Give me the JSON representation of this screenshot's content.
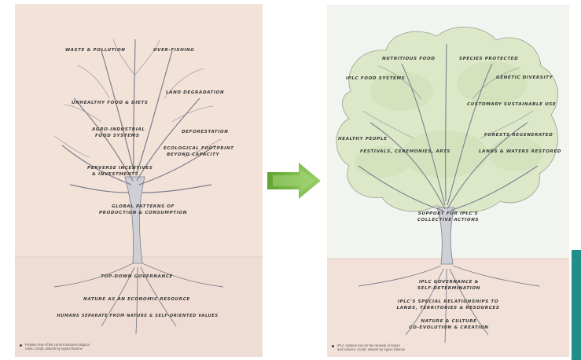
{
  "left_panel": {
    "labels": {
      "waste_pollution": "WASTE & POLLUTION",
      "over_fishing": "OVER-FISHING",
      "unhealthy_food": "UNHEALTHY FOOD & DIETS",
      "land_degradation": "LAND DEGRADATION",
      "agro_industrial_1": "AGRO-INDUSTRIAL",
      "agro_industrial_2": "FOOD SYSTEMS",
      "deforestation": "DEFORESTATION",
      "eco_footprint_1": "ECOLOGICAL FOOTPRINT",
      "eco_footprint_2": "BEYOND CAPACITY",
      "perverse_1": "PERVERSE INCENTIVES",
      "perverse_2": "& INVESTMENTS",
      "global_1": "GLOBAL PATTERNS OF",
      "global_2": "PRODUCTION & CONSUMPTION",
      "top_down": "TOP-DOWN GOVERNANCE",
      "nature_resource": "NATURE AS AN ECONOMIC RESOURCE",
      "humans_separate": "HUMANS SEPARATE FROM NATURE & SELF-ORIENTED VALUES"
    },
    "caption_line1": "Problem tree of the current social-ecological",
    "caption_line2": "crisis. Credit: artwork by Agnes Etienne"
  },
  "right_panel": {
    "labels": {
      "nutritious_food": "NUTRITIOUS FOOD",
      "species_protected": "SPECIES PROTECTED",
      "iplc_food": "IPLC FOOD SYSTEMS",
      "genetic_diversity": "GENETIC DIVERSITY",
      "customary_use": "CUSTOMARY SUSTAINABLE USE",
      "healthy_people": "HEALTHY PEOPLE",
      "forests_regenerated": "FORESTS REGENERATED",
      "festivals": "FESTIVALS, CEREMONIES, ARTS",
      "lands_waters": "LANDS & WATERS RESTORED",
      "support_1": "SUPPORT FOR IPLC'S",
      "support_2": "COLLECTIVE ACTIONS",
      "governance_1": "IPLC GOVERNANCE &",
      "governance_2": "SELF-DETERMINATION",
      "relationships_1": "IPLC'S SPECIAL RELATIONSHIPS TO",
      "relationships_2": "LANDS, TERRITORIES & RESOURCES",
      "nature_culture_1": "NATURE & CULTURE",
      "nature_culture_2": "CO-EVOLUTION & CREATION"
    },
    "caption_line1": "IPLC solution tree for the renewal of nature",
    "caption_line2": "and cultures. Credit: artwork by Agnes Etienne"
  },
  "colors": {
    "arrow": "#6fb03a",
    "arrow_light": "#9ad06a",
    "left_sky": "#f3e2d8",
    "left_ground": "#efddd5",
    "right_sky": "#f2f4ef",
    "right_ground": "#f1e1d8",
    "canopy": "#dde8c8",
    "teal": "#1f8f8a",
    "branch": "#7d7f8e"
  },
  "icons": {
    "transition_arrow": "right-arrow-icon"
  }
}
